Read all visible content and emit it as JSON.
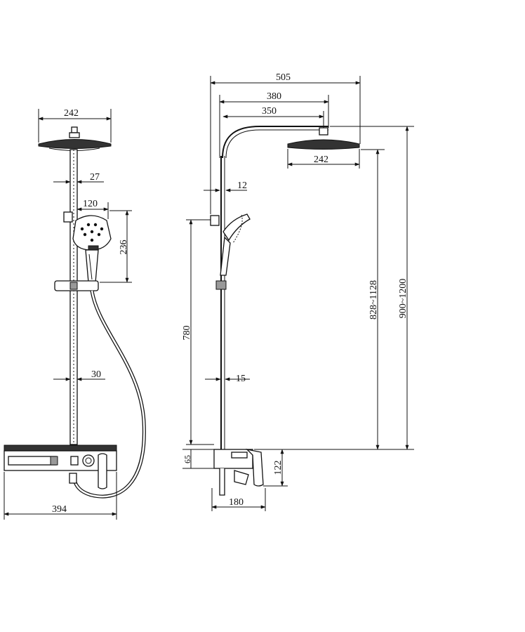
{
  "front_view": {
    "showerhead_width": "242",
    "pipe_offset": "27",
    "handheld_width": "120",
    "handheld_height": "236",
    "bar_diameter": "30",
    "panel_width": "394"
  },
  "side_view": {
    "total_reach": "505",
    "arm_reach": "380",
    "arm_length": "350",
    "showerhead_width": "242",
    "pipe_diameter": "12",
    "adjustable_height": "780",
    "bar_diameter": "15",
    "panel_height": "65",
    "valve_height": "122",
    "valve_depth": "180",
    "head_height_range": "828~1128",
    "total_height_range": "900~1200"
  }
}
